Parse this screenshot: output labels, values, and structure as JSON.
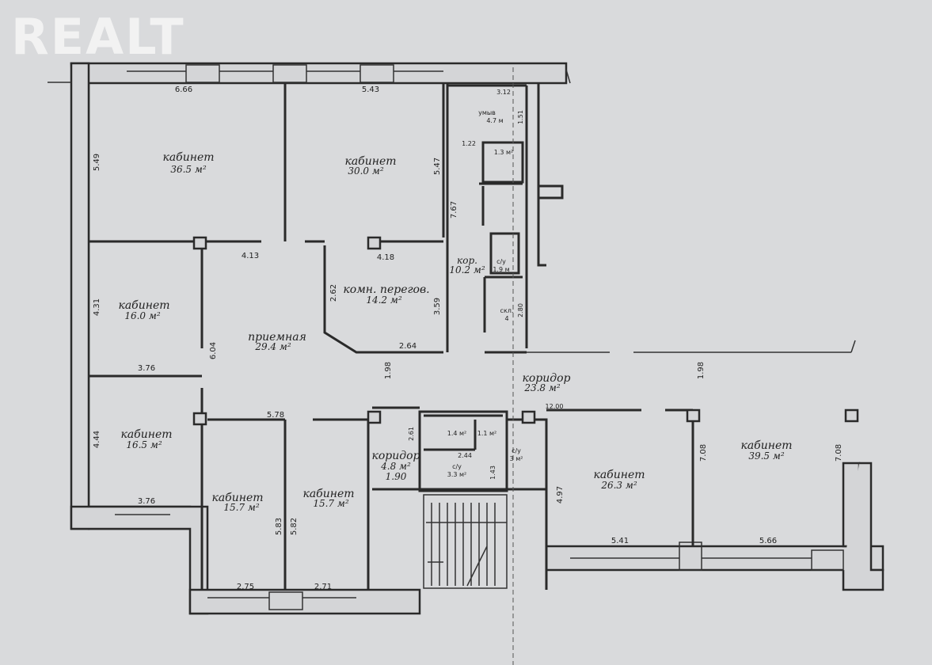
{
  "logo": "REALT",
  "rooms": {
    "k1": {
      "name": "кабинет",
      "area": "36.5 м²"
    },
    "k2": {
      "name": "кабинет",
      "area": "30.0 м²"
    },
    "umyv": {
      "name": "умыв",
      "area": "4.7 м"
    },
    "wc1": {
      "area": "1.3 м²"
    },
    "kor1": {
      "name": "кор.",
      "area": "10.2 м²"
    },
    "su1": {
      "name": "с/у",
      "area": "1.9 м"
    },
    "skl": {
      "name": "скл.",
      "area": "4"
    },
    "k3": {
      "name": "кабинет",
      "area": "16.0 м²"
    },
    "priem": {
      "name": "приемная",
      "area": "29.4 м²"
    },
    "komn": {
      "name": "комн. перегов.",
      "area": "14.2 м²"
    },
    "k4": {
      "name": "кабинет",
      "area": "16.5 м²"
    },
    "k5": {
      "name": "кабинет",
      "area": "15.7 м²"
    },
    "k6": {
      "name": "кабинет",
      "area": "15.7 м²"
    },
    "kor2": {
      "name": "коридор",
      "area": "4.8 м²"
    },
    "wc2": {
      "area": "1.4 м²"
    },
    "wc3": {
      "area": "1.1 м²"
    },
    "su2": {
      "name": "с/у",
      "area": "3.3 м²"
    },
    "su3": {
      "name": "с/у",
      "area": "3 м²"
    },
    "kor3": {
      "name": "коридор",
      "area": "23.8 м²"
    },
    "k7": {
      "name": "кабинет",
      "area": "26.3 м²"
    },
    "k8": {
      "name": "кабинет",
      "area": "39.5 м²"
    }
  },
  "dims": {
    "d666": "6.66",
    "d543": "5.43",
    "d312": "3.12",
    "d151": "1.51",
    "d122": "1.22",
    "d549": "5.49",
    "d547": "5.47",
    "d767": "7.67",
    "d413": "4.13",
    "d418": "4.18",
    "d262": "2.62",
    "d359": "3.59",
    "d264": "2.64",
    "d280": "2.80",
    "d431": "4.31",
    "d604": "6.04",
    "d376a": "3.76",
    "d198a": "1.98",
    "d198b": "1.98",
    "d1200": "12.00",
    "d444": "4.44",
    "d578": "5.78",
    "d261": "2.61",
    "d244": "2.44",
    "d143": "1.43",
    "d190": "1.90",
    "d376b": "3.76",
    "d583": "5.83",
    "d582": "5.82",
    "d275": "2.75",
    "d271": "2.71",
    "d497": "4.97",
    "d708a": "7.08",
    "d708b": "7.08",
    "d541": "5.41",
    "d566": "5.66"
  }
}
